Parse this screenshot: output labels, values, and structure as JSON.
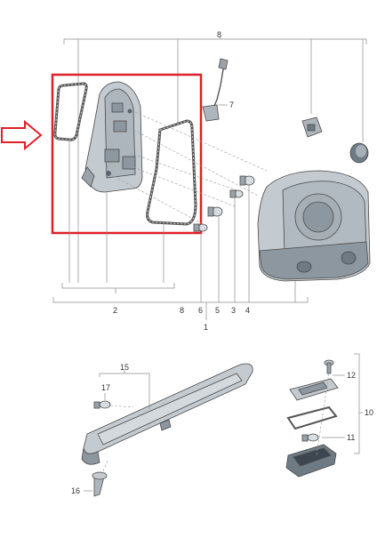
{
  "callouts": {
    "c1": "1",
    "c2": "2",
    "c3": "3",
    "c4": "4",
    "c5": "5",
    "c6": "6",
    "c7": "7",
    "c8_top": "8",
    "c8_bottom": "8",
    "c10": "10",
    "c11": "11",
    "c12": "12",
    "c15": "15",
    "c16": "16",
    "c17": "17"
  },
  "colors": {
    "highlight_box": "#e0202a",
    "arrow": "#e0202a",
    "part_fill": "#bfc6cc",
    "part_dark": "#6e7a84",
    "leader": "#8c8c8c"
  },
  "icons": {
    "pointer": "outline-arrow-right-icon"
  }
}
